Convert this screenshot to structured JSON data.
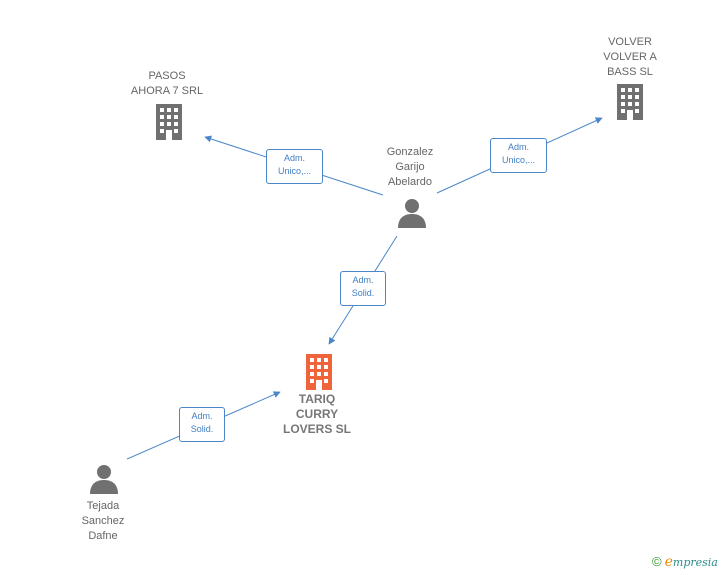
{
  "nodes": {
    "pasos": {
      "lines": [
        "PASOS",
        "AHORA 7 SRL"
      ]
    },
    "volver": {
      "lines": [
        "VOLVER",
        "VOLVER A",
        "BASS  SL"
      ]
    },
    "gonzalez": {
      "lines": [
        "Gonzalez",
        "Garijo",
        "Abelardo"
      ]
    },
    "tariq": {
      "lines": [
        "TARIQ",
        "CURRY",
        "LOVERS  SL"
      ]
    },
    "tejada": {
      "lines": [
        "Tejada",
        "Sanchez",
        "Dafne"
      ]
    }
  },
  "relations": {
    "gonzalez_pasos": {
      "lines": [
        "Adm.",
        "Unico,..."
      ]
    },
    "gonzalez_volver": {
      "lines": [
        "Adm.",
        "Unico,..."
      ]
    },
    "gonzalez_tariq": {
      "lines": [
        "Adm.",
        "Solid."
      ]
    },
    "tejada_tariq": {
      "lines": [
        "Adm.",
        "Solid."
      ]
    }
  },
  "colors": {
    "edge": "#4a86c8",
    "company_icon": "#707070",
    "focus_company_icon": "#f0643c",
    "person_icon": "#707070"
  },
  "icons": {
    "company": "building-icon",
    "person": "person-icon"
  },
  "footer": {
    "copyright_symbol": "©",
    "brand_initial": "e",
    "brand_rest": "mpresia"
  }
}
